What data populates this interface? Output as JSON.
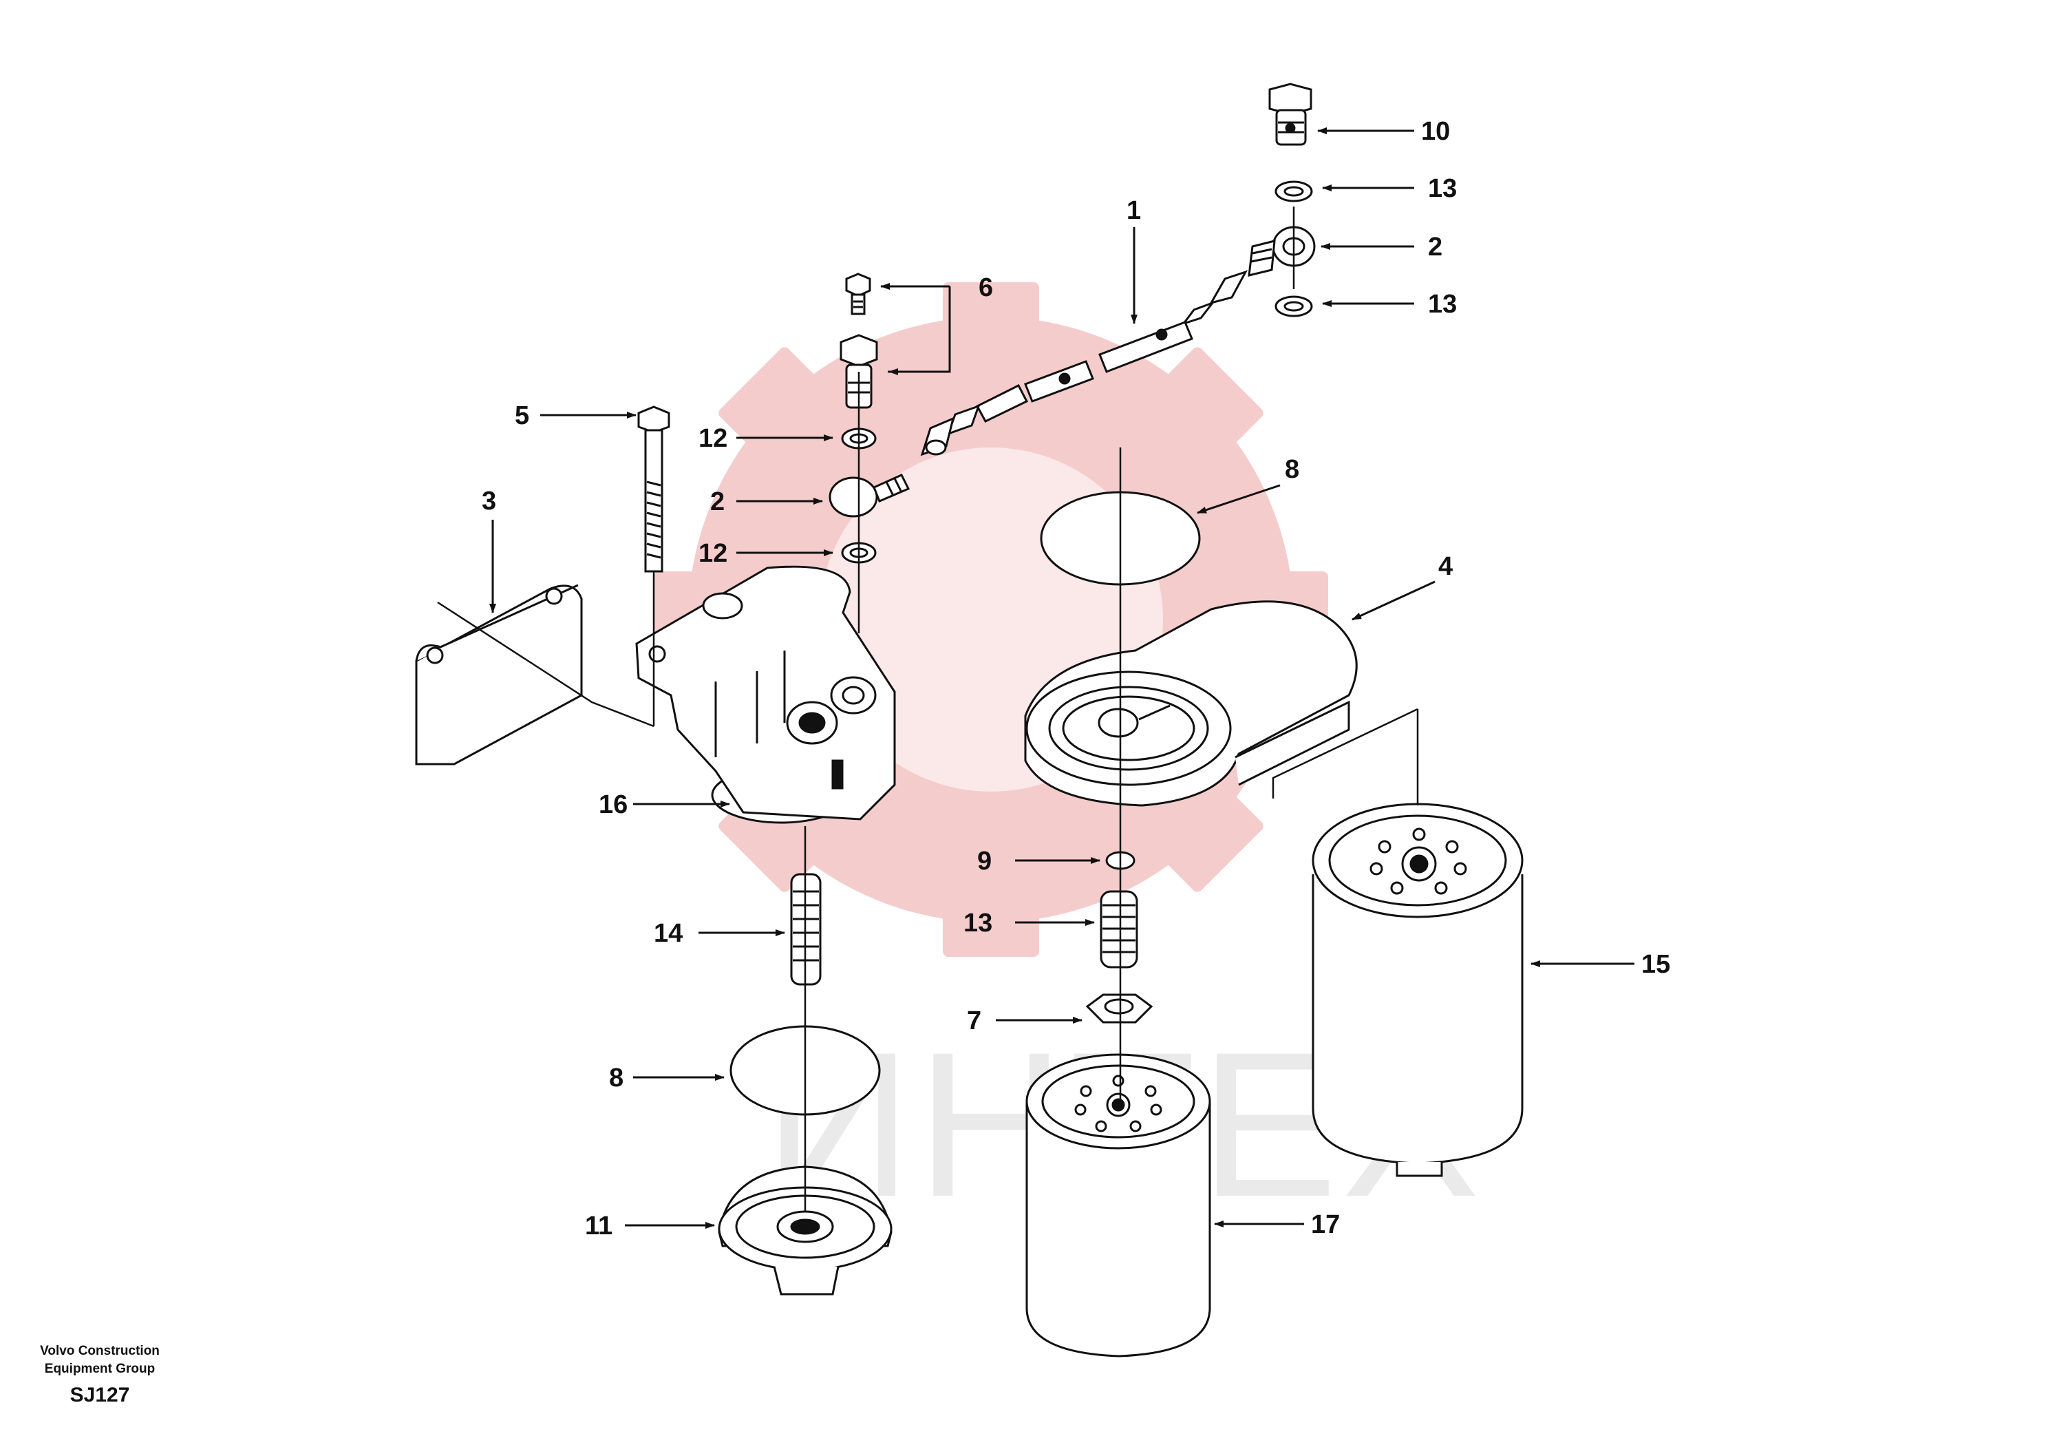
{
  "watermark": {
    "text": "ИНТЕХ",
    "color": "#f3c7c7"
  },
  "footer": {
    "company_line1": "Volvo Construction",
    "company_line2": "Equipment Group",
    "code": "SJ127"
  },
  "callouts": {
    "c10": "10",
    "c13a": "13",
    "c2a": "2",
    "c13b": "13",
    "c1": "1",
    "c6": "6",
    "c5": "5",
    "c12a": "12",
    "c2b": "2",
    "c12b": "12",
    "c3": "3",
    "c8a": "8",
    "c4": "4",
    "c16": "16",
    "c9": "9",
    "c13c": "13",
    "c14": "14",
    "c15": "15",
    "c7": "7",
    "c8b": "8",
    "c11": "11",
    "c17": "17"
  },
  "colors": {
    "line": "#111111",
    "fill": "#ffffff"
  }
}
